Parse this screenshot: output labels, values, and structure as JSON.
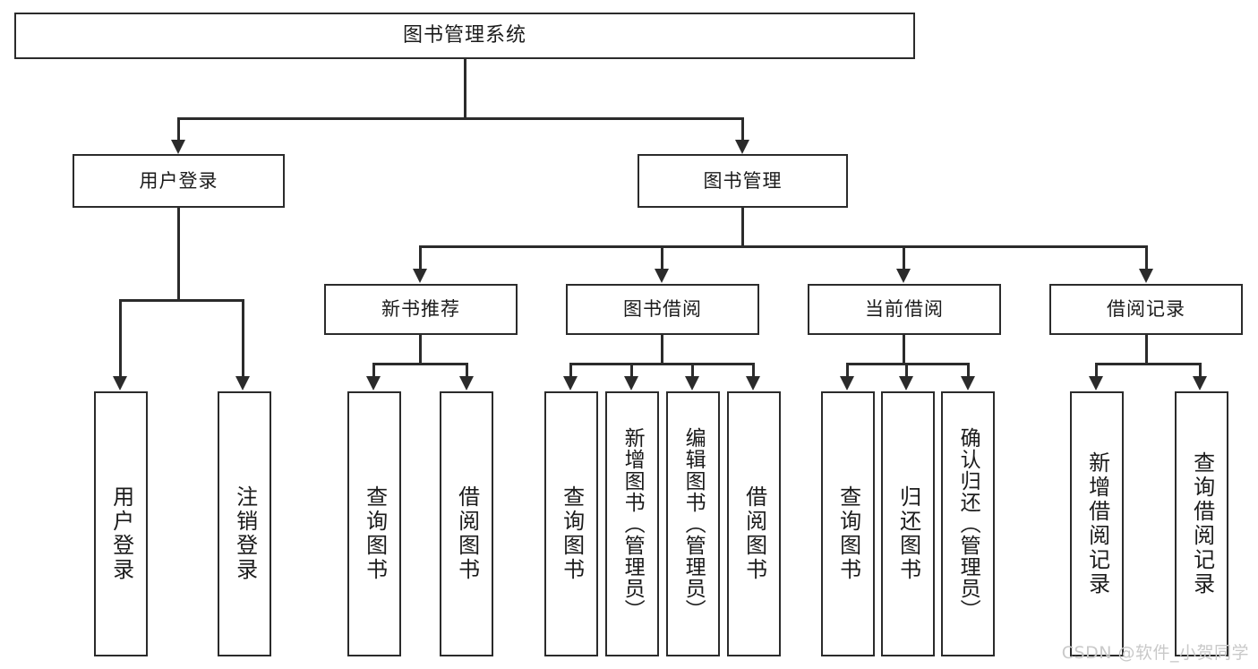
{
  "diagram": {
    "title": "图书管理系统",
    "type": "hierarchy-tree",
    "root": {
      "label": "图书管理系统"
    },
    "level2": [
      {
        "label": "用户登录"
      },
      {
        "label": "图书管理"
      }
    ],
    "level3": [
      {
        "label": "新书推荐"
      },
      {
        "label": "图书借阅"
      },
      {
        "label": "当前借阅"
      },
      {
        "label": "借阅记录"
      }
    ],
    "leaves": {
      "user_login": [
        {
          "label": "用户登录"
        },
        {
          "label": "注销登录"
        }
      ],
      "new_book_recommend": [
        {
          "label": "查询图书"
        },
        {
          "label": "借阅图书"
        }
      ],
      "book_borrow": [
        {
          "label": "查询图书"
        },
        {
          "label": "新增图书（管理员）"
        },
        {
          "label": "编辑图书（管理员）"
        },
        {
          "label": "借阅图书"
        }
      ],
      "current_borrow": [
        {
          "label": "查询图书"
        },
        {
          "label": "归还图书"
        },
        {
          "label": "确认归还（管理员）"
        }
      ],
      "borrow_record": [
        {
          "label": "新增借阅记录"
        },
        {
          "label": "查询借阅记录"
        }
      ]
    }
  },
  "watermark": {
    "text": "CSDN @软件_小贺同学"
  },
  "colors": {
    "stroke": "#2b2b2b",
    "fill": "#ffffff",
    "text": "#1b1b1b",
    "watermark": "#c9c9c9"
  }
}
